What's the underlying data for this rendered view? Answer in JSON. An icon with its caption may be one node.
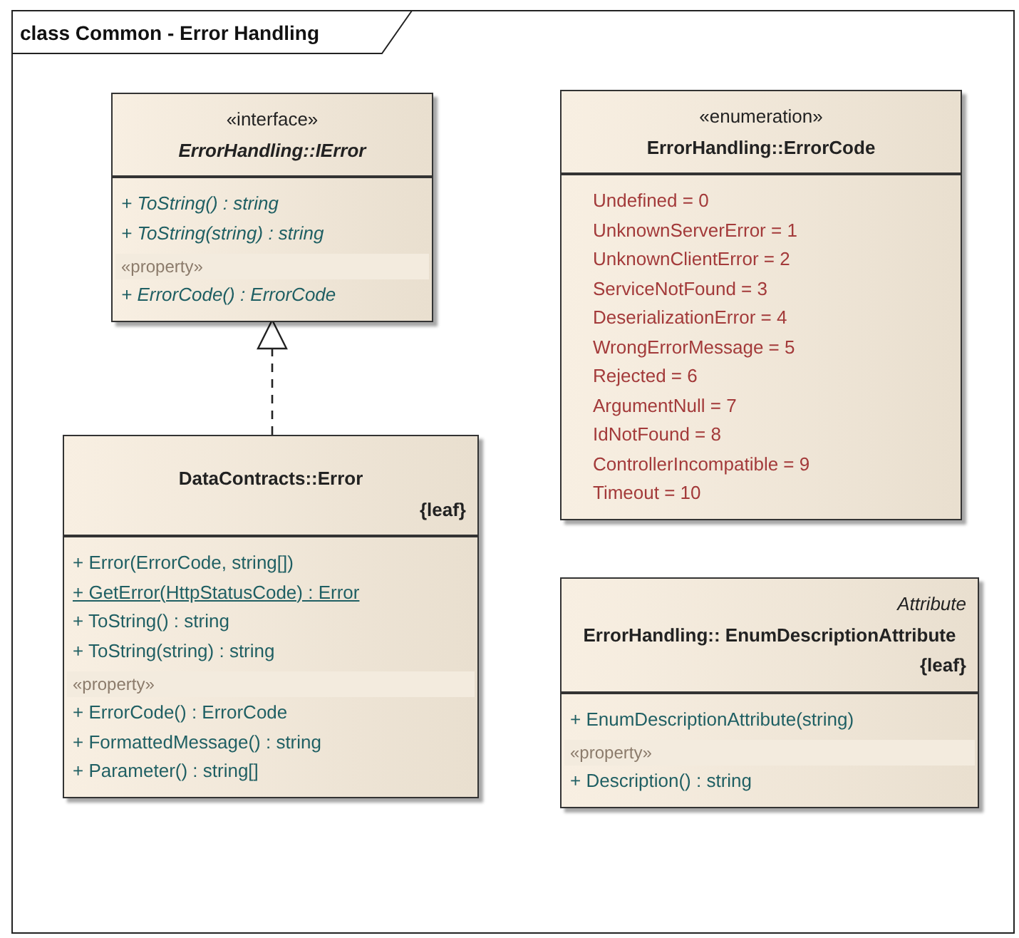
{
  "diagram": {
    "title": "class Common - Error Handling",
    "nodes": [
      {
        "text": [
          "«interface»",
          "ErrorHandling::IError",
          "+ ToString() : string",
          "+ ToString(string) : string",
          "«property»",
          "+ ErrorCode() : ErrorCode"
        ]
      },
      {
        "text": [
          "«enumeration»",
          "ErrorHandling::ErrorCode",
          "Undefined = 0",
          "UnknownServerError = 1",
          "UnknownClientError = 2",
          "ServiceNotFound = 3",
          "DeserializationError = 4",
          "WrongErrorMessage = 5",
          "Rejected = 6",
          "ArgumentNull = 7",
          "IdNotFound = 8",
          "ControllerIncompatible = 9",
          "Timeout = 10"
        ]
      },
      {
        "text": [
          "DataContracts::Error",
          "{leaf}",
          "+ Error(ErrorCode, string[])",
          "+ GetError(HttpStatusCode) : Error",
          "+ ToString() : string",
          "+ ToString(string) : string",
          "«property»",
          "+ ErrorCode() : ErrorCode",
          "+ FormattedMessage() : string",
          "+ Parameter() : string[]"
        ]
      },
      {
        "text": [
          "Attribute",
          "ErrorHandling:: EnumDescriptionAttribute",
          "{leaf}",
          "+ EnumDescriptionAttribute(string)",
          "«property»",
          "+ Description() : string"
        ]
      }
    ],
    "edges": [
      {
        "from": 2,
        "to": 0,
        "arrow": "to",
        "style": "dashed"
      }
    ]
  }
}
